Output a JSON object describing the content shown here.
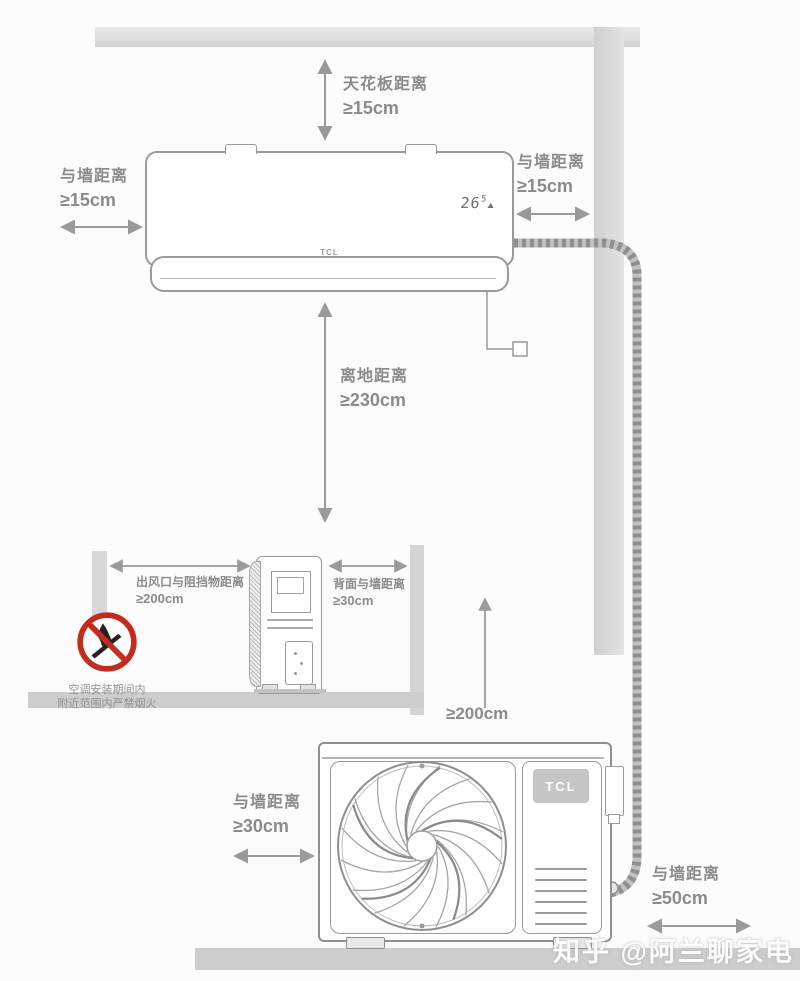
{
  "colors": {
    "line": "#9a9a9a",
    "text": "#8b8b8b",
    "wall": "#d9d9d9",
    "floor": "#cdcdcd",
    "warning_red": "#c52a1e",
    "brand_badge": "#c6c6c6"
  },
  "indoor_unit": {
    "brand": "TCL",
    "display_temp": "26",
    "display_temp_small": "5"
  },
  "outdoor_unit": {
    "brand": "TCL"
  },
  "annotations": {
    "ceiling": {
      "label": "天花板距离",
      "value": "≥15cm"
    },
    "left_wall": {
      "label": "与墙距离",
      "value": "≥15cm"
    },
    "right_wall": {
      "label": "与墙距离",
      "value": "≥15cm"
    },
    "floor_height": {
      "label": "离地距离",
      "value": "≥230cm"
    },
    "outlet_obstacle": {
      "label": "出风口与阻挡物距离",
      "value": "≥200cm"
    },
    "back_to_wall": {
      "label": "背面与墙距离",
      "value": "≥30cm"
    },
    "above_outdoor": {
      "value": "≥200cm"
    },
    "outdoor_left_wall": {
      "label": "与墙距离",
      "value": "≥30cm"
    },
    "outdoor_right_wall": {
      "label": "与墙距离",
      "value": "≥50cm"
    }
  },
  "warning": {
    "line1": "空调安装期间内",
    "line2": "附近范围内严禁烟火"
  },
  "watermark": "知乎 @阿兰聊家电"
}
